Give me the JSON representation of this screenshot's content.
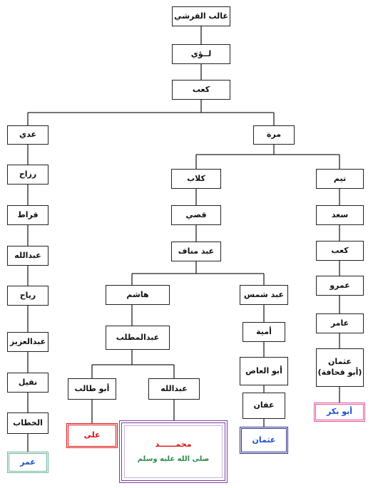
{
  "nodes": {
    "ghalib": "غالب القرشي",
    "luay": "لــؤي",
    "kaab": "كعب",
    "adi": "عدي",
    "murra": "مرة",
    "rizah": "رزاح",
    "kilab": "كلاب",
    "taym": "تيم",
    "qurt": "قراط",
    "qusay": "قصي",
    "saad": "سعد",
    "abdullah_adi": "عبدالله",
    "abd_manaf": "عبد مناف",
    "kaab_taym": "كعب",
    "riyah": "رياح",
    "hashim": "هاشم",
    "abd_shams": "عبد شمس",
    "amr": "عمرو",
    "abdulaziz": "عبدالعزيز",
    "abdulmuttalib": "عبدالمطلب",
    "umayya": "أمية",
    "amir": "عامر",
    "nufayl": "نفيل",
    "abu_talib": "أبو طالب",
    "abdullah_prophet_father": "عبدالله",
    "abu_al_as": "أبو العاص",
    "uthman_father": "عثمان",
    "uthman_father_kunya": "(أبو قحافة)",
    "al_khattab": "الخطاب",
    "affan": "عفان",
    "abu_bakr": "أبو بكر",
    "ali": "على",
    "muhammad": "محمــــــد",
    "salutation": "صلى الله عليه وسلم",
    "uthman": "عثمان",
    "umar": "عمر"
  },
  "colors": {
    "line": "#222222",
    "abu_bakr_border": "#e0559a",
    "ali_border": "#e01010",
    "uthman_border": "#2b2f8a",
    "umar_border": "#6fb7a0",
    "prophet_border": "#7a3fa0",
    "prophet_name": "#e01010",
    "salutation": "#2b8a4a",
    "highlight_text": "#1a4fd0"
  }
}
